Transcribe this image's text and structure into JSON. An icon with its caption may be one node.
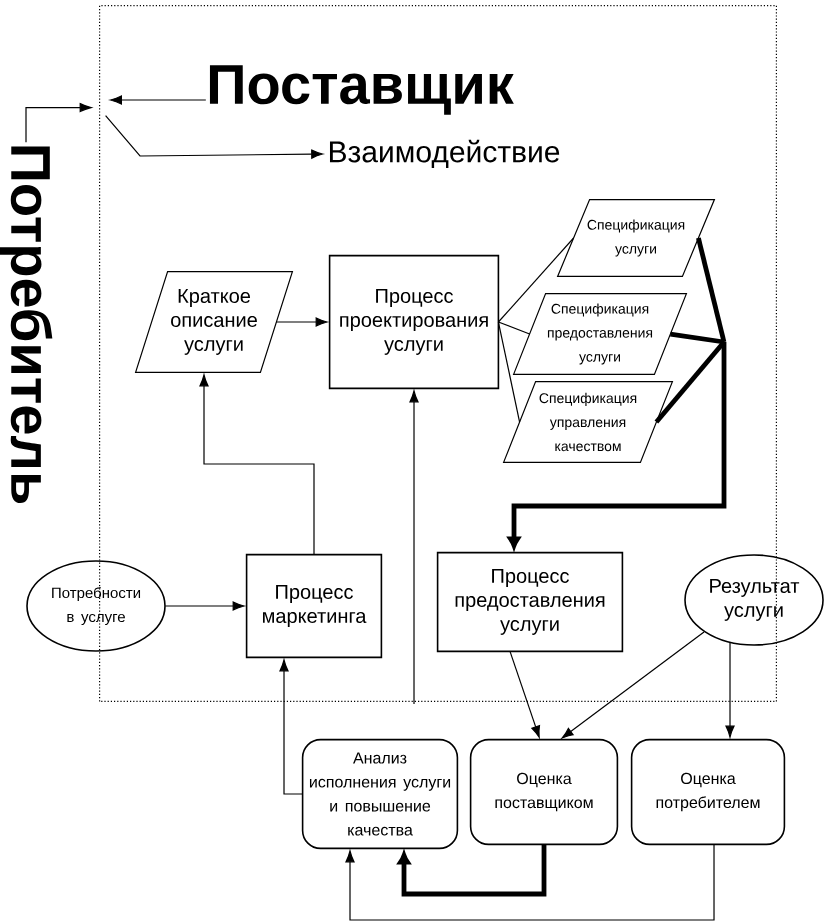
{
  "diagram": {
    "nodes": [
      {
        "text": [],
        "shape": "box"
      },
      {
        "text": [
          "Поставщик"
        ],
        "in": 0
      },
      {
        "text": [
          "Взаимодействие"
        ],
        "in": 0
      },
      {
        "text": [
          "Потребитель"
        ]
      },
      {
        "text": [
          "Краткое описание услуги"
        ],
        "in": 0
      },
      {
        "text": [
          "Процесс проектирования услуги"
        ],
        "in": 0
      },
      {
        "text": [
          "Спецификация услуги"
        ],
        "in": 0
      },
      {
        "text": [
          "Спецификация предоставления услуги"
        ],
        "in": 0
      },
      {
        "text": [
          "Спецификация управления качеством"
        ],
        "in": 0
      },
      {
        "text": [
          "Потребности в услуге"
        ]
      },
      {
        "text": [
          "Процесс маркетинга"
        ],
        "in": 0
      },
      {
        "text": [
          "Процесс предоставления услуги"
        ],
        "in": 0
      },
      {
        "text": [
          "Результат услуги"
        ]
      },
      {
        "text": [
          "Анализ исполнения услуги и повышение качества"
        ]
      },
      {
        "text": [
          "Оценка поставщиком"
        ]
      },
      {
        "text": [
          "Оценка потребителем"
        ]
      }
    ],
    "edges": [
      {
        "from": 3,
        "to": 0,
        "arrow": "to"
      },
      {
        "from": 1,
        "to": null,
        "arrow": "to"
      },
      {
        "from": 0,
        "to": 2,
        "arrow": "to"
      },
      {
        "from": 4,
        "to": 5,
        "arrow": "to"
      },
      {
        "from": 5,
        "to": 6,
        "arrow": "none"
      },
      {
        "from": 5,
        "to": 7,
        "arrow": "none"
      },
      {
        "from": 5,
        "to": 8,
        "arrow": "none"
      },
      {
        "from": 6,
        "to": 11,
        "arrow": "to",
        "style": "thick"
      },
      {
        "from": 7,
        "to": 11,
        "arrow": "to",
        "style": "thick"
      },
      {
        "from": 8,
        "to": 11,
        "arrow": "to",
        "style": "thick"
      },
      {
        "from": 9,
        "to": 10,
        "arrow": "to"
      },
      {
        "from": 10,
        "to": 4,
        "arrow": "to"
      },
      {
        "from": null,
        "to": 5,
        "arrow": "to"
      },
      {
        "from": 13,
        "to": 10,
        "arrow": "to"
      },
      {
        "from": 11,
        "to": 14,
        "arrow": "to"
      },
      {
        "from": 12,
        "to": 14,
        "arrow": "to"
      },
      {
        "from": 12,
        "to": 15,
        "arrow": "to"
      },
      {
        "from": 14,
        "to": 13,
        "arrow": "to",
        "style": "thick"
      },
      {
        "from": 15,
        "to": 13,
        "arrow": "to"
      }
    ]
  }
}
